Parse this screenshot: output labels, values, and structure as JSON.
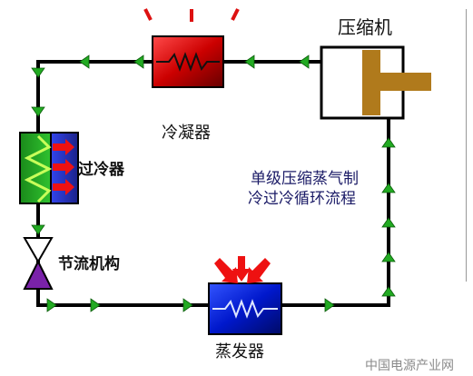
{
  "labels": {
    "compressor": "压缩机",
    "condenser": "冷凝器",
    "subcooler": "过冷器",
    "throttle": "节流机构",
    "evaporator": "蒸发器",
    "title_line1": "单级压缩蒸气制",
    "title_line2": "冷过冷循环流程",
    "watermark": "中国电源产业网"
  },
  "colors": {
    "pipe": "#000000",
    "flow_arrow": "#22aa22",
    "condenser_fill": "#cc0000",
    "evaporator_fill": "#0022cc",
    "subcooler_left": "#22aa22",
    "subcooler_right": "#2233cc",
    "heat_arrow": "#ee0000",
    "piston": "#b07a1c",
    "valve": "#7a22aa"
  },
  "icons": {
    "coil": "zigzag-coil-icon",
    "flow": "green-arrow-icon",
    "heat": "red-heat-arrow-icon",
    "valve": "bowtie-valve-icon"
  }
}
